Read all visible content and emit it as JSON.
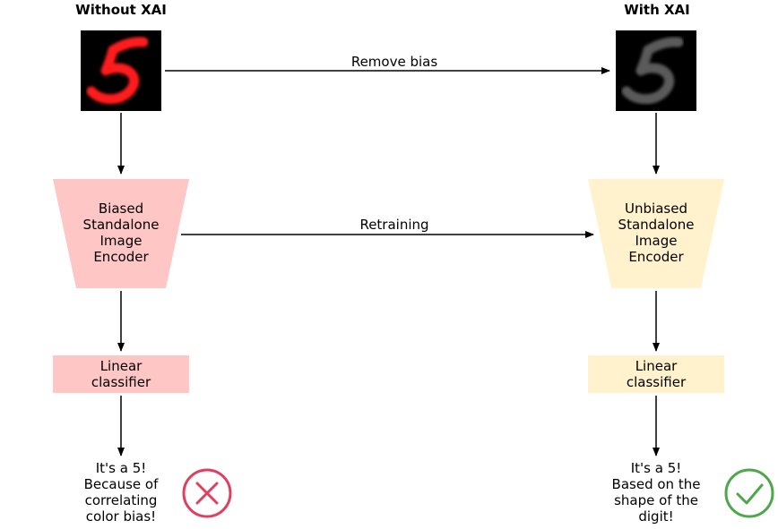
{
  "titles": {
    "left": "Without XAI",
    "right": "With XAI"
  },
  "edges": {
    "top": "Remove bias",
    "middle": "Retraining"
  },
  "left": {
    "encoder": [
      "Biased",
      "Standalone",
      "Image",
      "Encoder"
    ],
    "classifier": [
      "Linear",
      "classifier"
    ],
    "result": [
      "It's a 5!",
      "Because of",
      "correlating",
      "color bias!"
    ],
    "encoder_color": "#ffc6c6",
    "digit_color": "#ff1a1a",
    "status": "cross-circle-icon",
    "status_color": "#e0405f"
  },
  "right": {
    "encoder": [
      "Unbiased",
      "Standalone",
      "Image",
      "Encoder"
    ],
    "classifier": [
      "Linear",
      "classifier"
    ],
    "result": [
      "It's a 5!",
      "Based on the",
      "shape of the",
      "digit!"
    ],
    "encoder_color": "#fff2cc",
    "digit_color": "#5a5a5a",
    "status": "check-circle-icon",
    "status_color": "#4ea74a"
  }
}
